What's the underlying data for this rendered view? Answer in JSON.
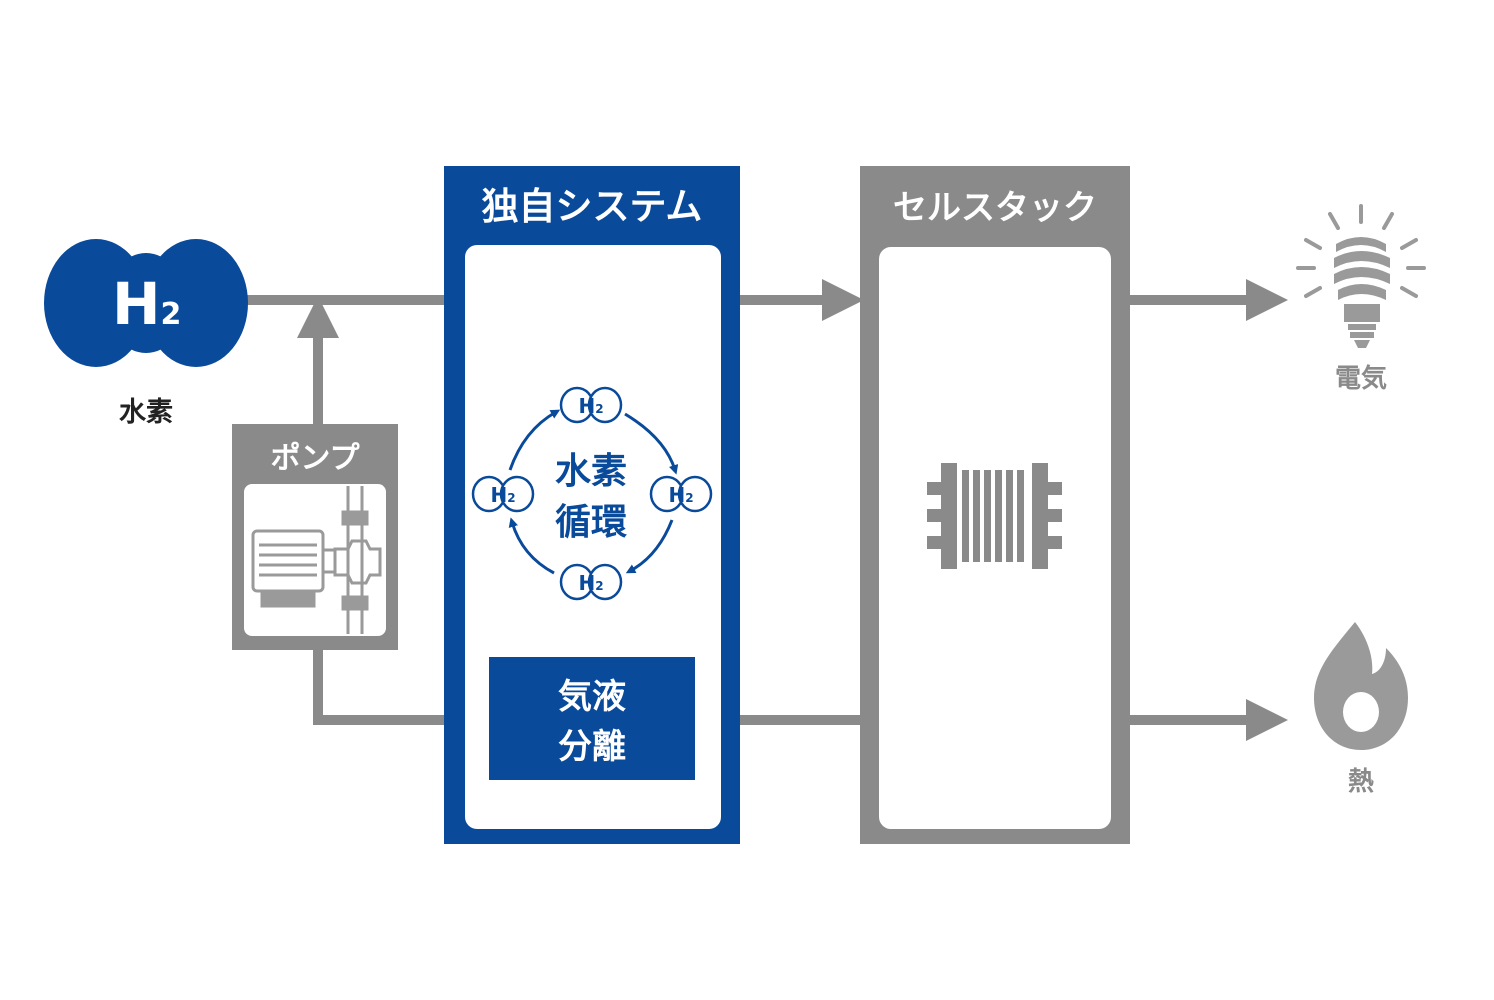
{
  "hydrogen": {
    "symbol": "H",
    "subscript": "2",
    "label": "水素"
  },
  "pump": {
    "title": "ポンプ"
  },
  "system": {
    "title": "独自システム",
    "circulation_line1": "水素",
    "circulation_line2": "循環",
    "molecule_symbol": "H",
    "molecule_subscript": "2",
    "separator_line1": "気液",
    "separator_line2": "分離"
  },
  "cell_stack": {
    "title": "セルスタック"
  },
  "outputs": {
    "electricity": "電気",
    "heat": "熱"
  },
  "colors": {
    "blue": "#0a4a9a",
    "gray": "#8a8a8a",
    "icon_gray": "#9a9a9a",
    "text_dark": "#222222"
  },
  "icons": {
    "hydrogen": "h2-molecule-icon",
    "pump": "pump-motor-icon",
    "cell_stack": "fuel-cell-stack-icon",
    "electricity": "light-bulb-icon",
    "heat": "flame-icon"
  }
}
